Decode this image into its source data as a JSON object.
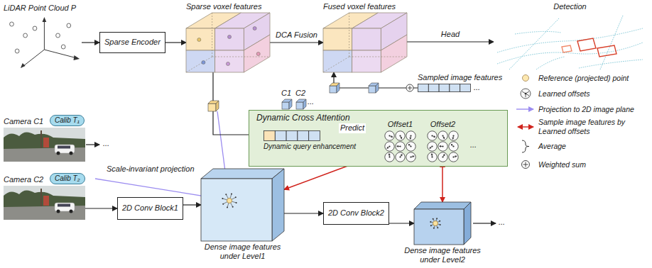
{
  "diagram": {
    "nodes": [
      {
        "text": [
          "LiDAR Point Cloud P"
        ]
      },
      {
        "text": [
          "Sparse Encoder"
        ]
      },
      {
        "text": [
          "Sparse voxel features"
        ]
      },
      {
        "text": [
          "Fused voxel features"
        ]
      },
      {
        "text": [
          "Detection"
        ]
      },
      {
        "text": [
          "Dynamic Cross Attention"
        ]
      },
      {
        "text": [
          "Dynamic query enhancement"
        ],
        "in": 5
      },
      {
        "text": [
          "Offset1"
        ],
        "in": 5
      },
      {
        "text": [
          "Offset2"
        ],
        "in": 5
      },
      {
        "text": [
          "Sampled image features"
        ]
      },
      {
        "text": [
          "Camera C1"
        ]
      },
      {
        "text": [
          "Calib T₁"
        ]
      },
      {
        "text": [
          "Camera C2"
        ]
      },
      {
        "text": [
          "Calib T₂"
        ]
      },
      {
        "text": [
          "2D Conv Block1"
        ]
      },
      {
        "text": [
          "Dense image features under Level1"
        ]
      },
      {
        "text": [
          "2D Conv Block2"
        ]
      },
      {
        "text": [
          "Dense image features under Level2"
        ]
      }
    ],
    "edges": [
      {
        "from": 0,
        "to": 1,
        "arrow": "to"
      },
      {
        "from": 1,
        "to": 2,
        "arrow": "to"
      },
      {
        "from": 2,
        "to": 3,
        "label": "DCA Fusion",
        "arrow": "to"
      },
      {
        "from": 3,
        "to": 4,
        "label": "Head",
        "arrow": "to"
      },
      {
        "from": 2,
        "to": 6,
        "arrow": "to"
      },
      {
        "from": 6,
        "to": 7,
        "label": "Predict",
        "arrow": "to"
      },
      {
        "from": 7,
        "to": 15,
        "arrow": "both"
      },
      {
        "from": 8,
        "to": 17,
        "arrow": "both"
      },
      {
        "from": 9,
        "to": 3,
        "arrow": "to"
      },
      {
        "from": 12,
        "to": 14,
        "arrow": "to"
      },
      {
        "from": 14,
        "to": 15,
        "arrow": "to"
      },
      {
        "from": 15,
        "to": 16,
        "arrow": "to"
      },
      {
        "from": 16,
        "to": 17,
        "arrow": "to"
      }
    ],
    "labels": [
      "Scale-invariant projection",
      "C1",
      "C2",
      "...",
      "...",
      "...",
      "...",
      "..."
    ],
    "legend": [
      {
        "text": "Reference (projected) point"
      },
      {
        "text": "Learned offsets"
      },
      {
        "text": "Projection to 2D image plane"
      },
      {
        "text": "Sample image features by Learned offsets"
      },
      {
        "text": "Average"
      },
      {
        "text": "Weighted sum"
      }
    ]
  }
}
